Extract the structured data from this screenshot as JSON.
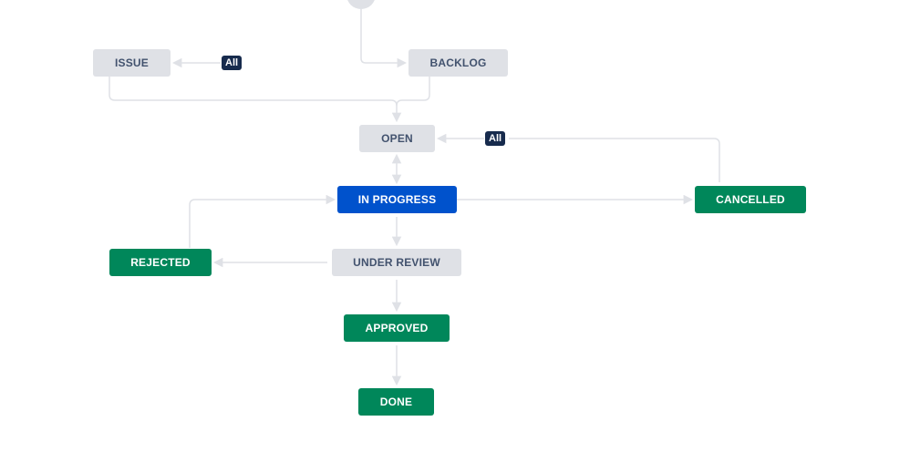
{
  "statuses": {
    "issue": "ISSUE",
    "backlog": "BACKLOG",
    "open": "OPEN",
    "in_progress": "IN PROGRESS",
    "cancelled": "CANCELLED",
    "rejected": "REJECTED",
    "under_review": "UNDER REVIEW",
    "approved": "APPROVED",
    "done": "DONE"
  },
  "global_transitions": {
    "to_issue": "All",
    "to_open": "All"
  },
  "colors": {
    "todo": "#dfe1e6",
    "todo_text": "#42526e",
    "in_progress": "#0052cc",
    "done": "#00875a",
    "badge": "#172b4d",
    "connector": "#dfe1e6"
  }
}
